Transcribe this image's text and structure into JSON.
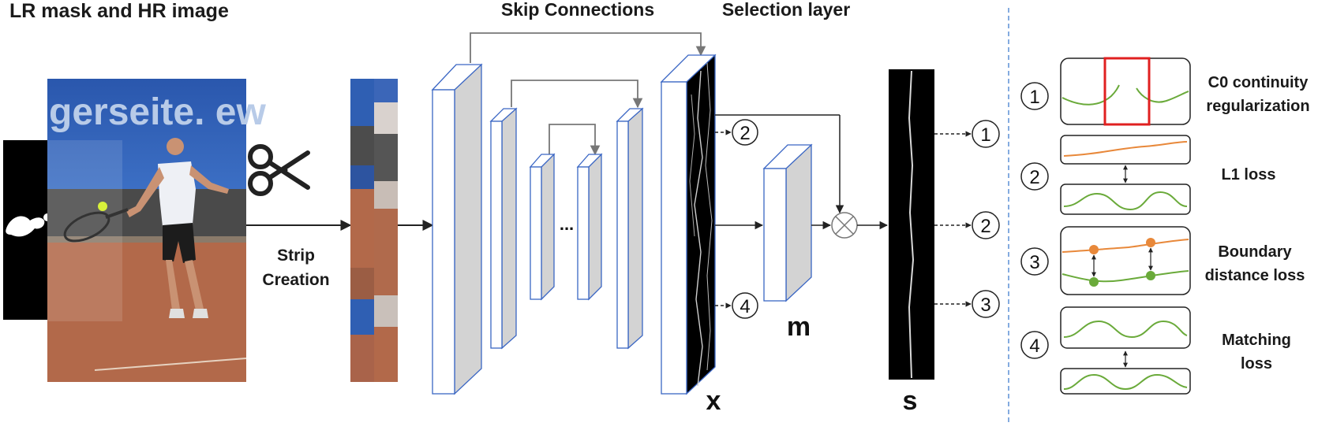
{
  "labels": {
    "input_title": "LR mask and HR image",
    "strip_line1": "Strip",
    "strip_line2": "Creation",
    "skip": "Skip Connections",
    "selection": "Selection layer",
    "ellipsis": "...",
    "x": "x",
    "m": "m",
    "s": "s"
  },
  "markers": {
    "one": "1",
    "two": "2",
    "three": "3",
    "four": "4"
  },
  "losses": [
    {
      "num": "1",
      "line1": "C0 continuity",
      "line2": "regularization"
    },
    {
      "num": "2",
      "line1": "L1 loss",
      "line2": ""
    },
    {
      "num": "3",
      "line1": "Boundary",
      "line2": "distance loss"
    },
    {
      "num": "4",
      "line1": "Matching",
      "line2": "loss"
    }
  ],
  "photo_text": "gerseite. ew",
  "colors": {
    "block_edge": "#3a66c4",
    "block_side": "#d3d3d3",
    "green_curve": "#6aaa3a",
    "orange_curve": "#e8883a",
    "red_box": "#e02020",
    "divider": "#5b8fd6",
    "court": "#b2694a",
    "banner": "#2f5fb3"
  }
}
